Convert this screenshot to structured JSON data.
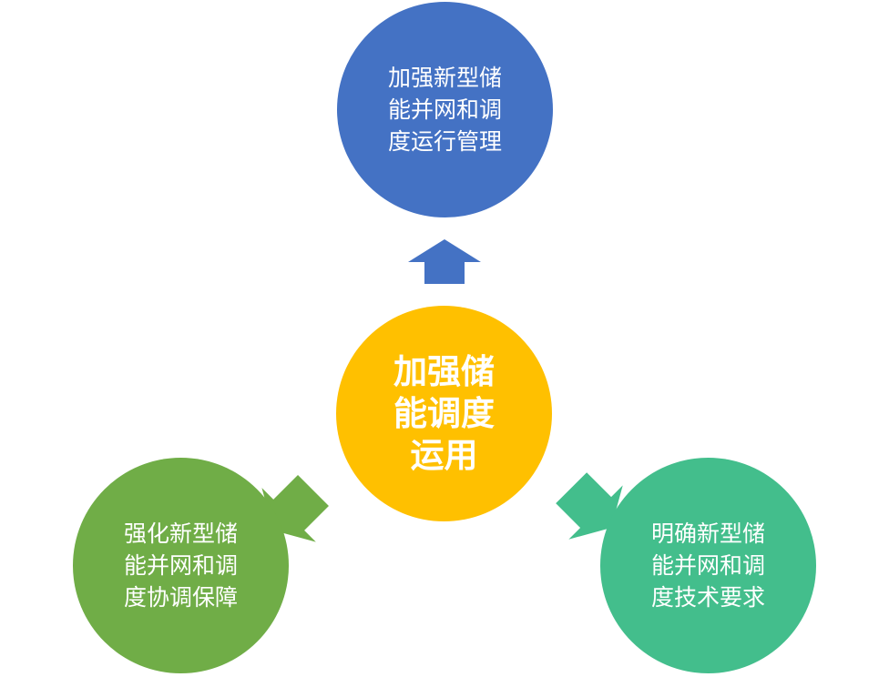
{
  "center": {
    "text": "加强储\n能调度\n运用",
    "color": "#ffc000"
  },
  "nodes": {
    "top": {
      "text": "加强新型储\n能并网和调\n度运行管理",
      "color": "#4472c4"
    },
    "left": {
      "text": "强化新型储\n能并网和调\n度协调保障",
      "color": "#70ad47"
    },
    "right": {
      "text": "明确新型储\n能并网和调\n度技术要求",
      "color": "#43be8c"
    }
  }
}
